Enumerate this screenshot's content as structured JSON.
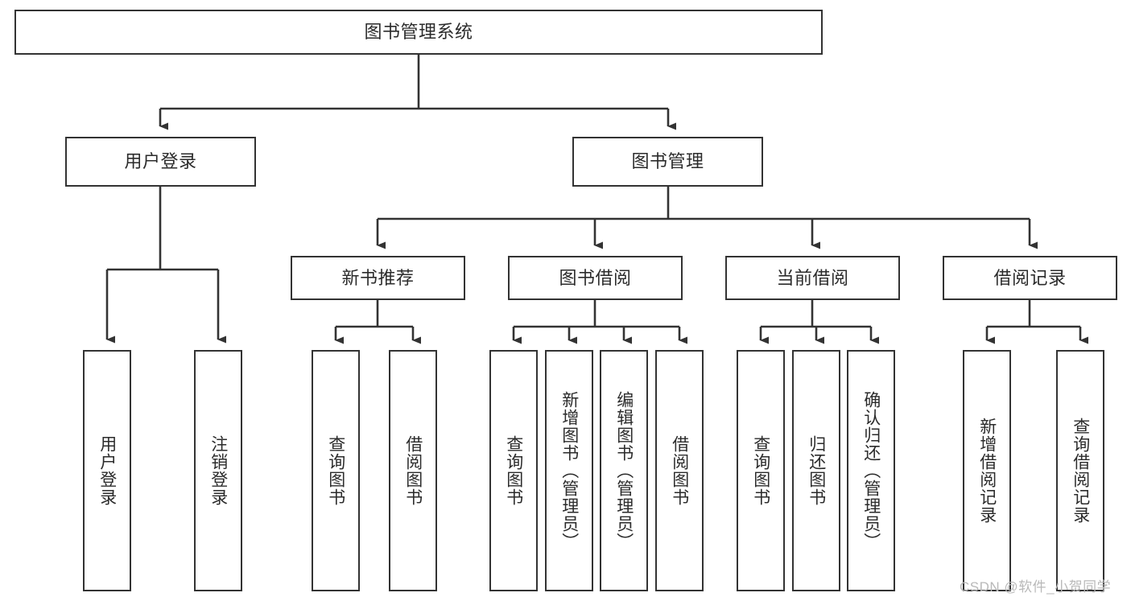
{
  "diagram": {
    "title_node": {
      "label": "图书管理系统"
    },
    "level2": [
      {
        "label": "用户登录"
      },
      {
        "label": "图书管理"
      }
    ],
    "level3": [
      {
        "label": "新书推荐"
      },
      {
        "label": "图书借阅"
      },
      {
        "label": "当前借阅"
      },
      {
        "label": "借阅记录"
      }
    ],
    "leaves": {
      "user_login": [
        {
          "label": "用户登录"
        },
        {
          "label": "注销登录"
        }
      ],
      "new_book_recommend": [
        {
          "label": "查询图书"
        },
        {
          "label": "借阅图书"
        }
      ],
      "book_borrow": [
        {
          "label": "查询图书"
        },
        {
          "label": "新增图书（管理员）"
        },
        {
          "label": "编辑图书（管理员）"
        },
        {
          "label": "借阅图书"
        }
      ],
      "current_borrow": [
        {
          "label": "查询图书"
        },
        {
          "label": "归还图书"
        },
        {
          "label": "确认归还（管理员）"
        }
      ],
      "borrow_record": [
        {
          "label": "新增借阅记录"
        },
        {
          "label": "查询借阅记录"
        }
      ]
    }
  },
  "watermark": {
    "text": "CSDN @软件_小贺同学"
  },
  "colors": {
    "box_border": "#333333",
    "box_fill": "#ffffff",
    "text": "#2b2b2b",
    "connector": "#333333",
    "watermark": "#b9b9b9"
  }
}
